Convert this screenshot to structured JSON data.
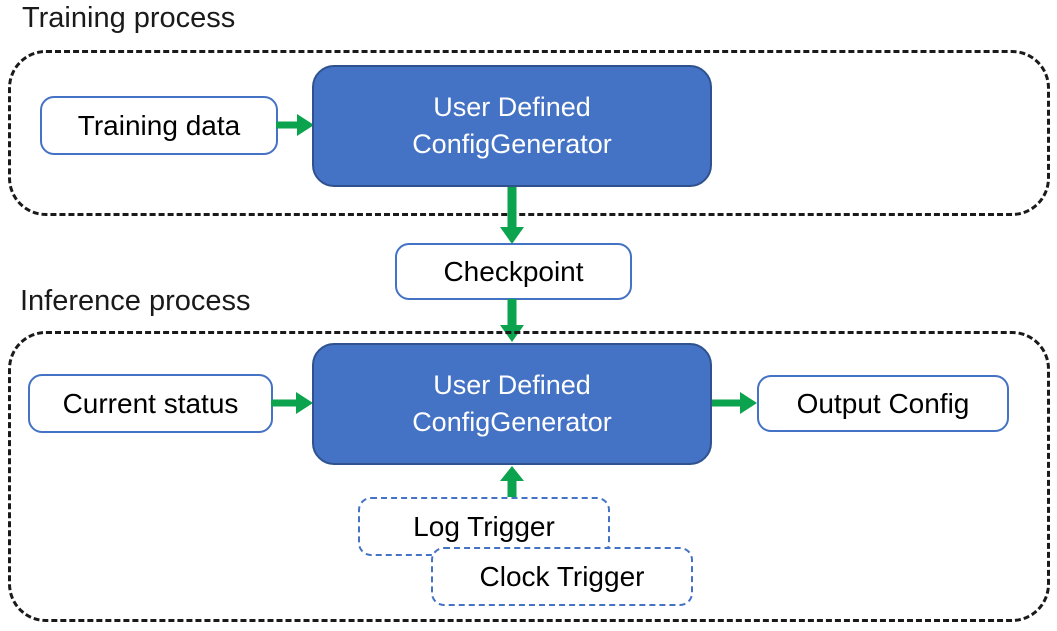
{
  "colors": {
    "primary_blue": "#4472C4",
    "border_blue_dark": "#2F528F",
    "arrow_green": "#0BA34D",
    "outline_black": "#1A1A1A"
  },
  "training": {
    "label": "Training process",
    "input": "Training data",
    "generator": {
      "line1": "User Defined",
      "line2": "ConfigGenerator"
    }
  },
  "checkpoint": {
    "label": "Checkpoint"
  },
  "inference": {
    "label": "Inference process",
    "input": "Current status",
    "generator": {
      "line1": "User Defined",
      "line2": "ConfigGenerator"
    },
    "output": "Output Config",
    "triggers": {
      "log": "Log Trigger",
      "clock": "Clock Trigger"
    }
  }
}
